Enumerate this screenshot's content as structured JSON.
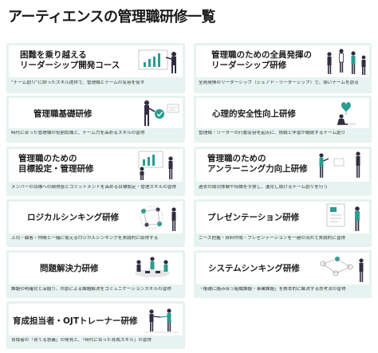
{
  "page": {
    "title": "アーティエンスの管理職研修一覧"
  },
  "cards": [
    {
      "title_lines": [
        "困難を乗り越える",
        "リーダーシップ開発コース"
      ],
      "desc": "“チーム創り”に絞ったスキル提供で、管理職とチームの変容を促す"
    },
    {
      "title_lines": [
        "管理職のための全員発揮の",
        "リーダーシップ研修"
      ],
      "desc": "全員発揮のリーダーシップ（シェアド・リーダーシップ）で、強いチームを創る"
    },
    {
      "title_lines": [
        "管理職基礎研修"
      ],
      "desc": "時代に合った管理職の役割認識と、チーム力を高めるスキルの習得"
    },
    {
      "title_lines": [
        "心理的安全性向上研修"
      ],
      "desc": "管理職・リーダーの行動変容を起点に、挑戦と学習が継続するチーム創り"
    },
    {
      "title_lines": [
        "管理職のための",
        "目標設定・管理研修"
      ],
      "desc": "メンバーの目標への納得感とコミットメントを高める目標設定・管理スキルの習得"
    },
    {
      "title_lines": [
        "管理職のための",
        "アンラーニング力向上研修"
      ],
      "desc": "過去の成功体験や持論を手放し、進化し続けるチーム創りを行う"
    },
    {
      "title_lines": [
        "ロジカルシンキング研修"
      ],
      "desc": "上司・顧客・仲間と一緒に使えるロジカルシンキングを実践的に取得する"
    },
    {
      "title_lines": [
        "プレゼンテーション研修"
      ],
      "desc": "ニーズ把握・資料作成・プレゼンテーションを一連の流れで実践的に習得"
    },
    {
      "title_lines": [
        "問題解決力研修"
      ],
      "desc": "課題の明確化と深掘り、共創による課題解決をコミュニケーションスキルの習得"
    },
    {
      "title_lines": [
        "システムシンキング研修"
      ],
      "desc": "「複雑に絡み合う組織課題・事業課題」を根本的に解決する思考法の習得"
    },
    {
      "title_lines": [
        "育成担当者・OJTトレーナー研修"
      ],
      "desc": "育成者の「育てる意義」の発見と、「時代に合った育成スキル」の習得"
    }
  ],
  "colors": {
    "card_bg": "#e6f3f0",
    "accent_teal": "#2a9d8f",
    "dark_figure": "#2f2e41",
    "heart": "#2a9d8f"
  },
  "icons": [
    "bar-chart-presenter",
    "team-group",
    "manager-approval",
    "heart-meditation",
    "goal-chart-pair",
    "pair-discussion",
    "network-thinking",
    "document-presenter",
    "meeting-table",
    "system-diagram",
    "onboarding-duo"
  ]
}
